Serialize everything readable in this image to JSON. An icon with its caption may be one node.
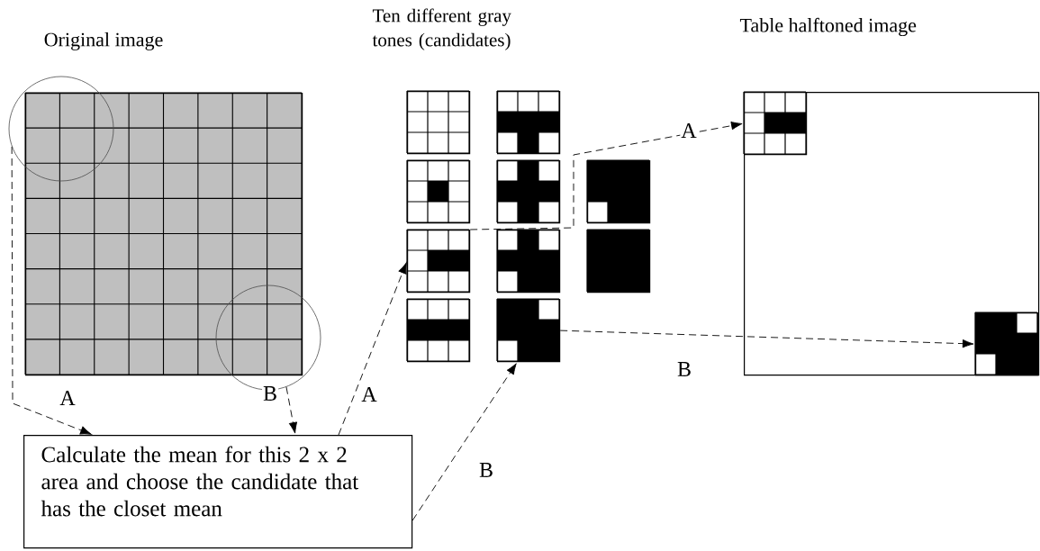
{
  "diagram": {
    "nodes": [
      {
        "text": [
          "Original image"
        ]
      },
      {
        "text": [],
        "shape": "circle"
      },
      {
        "text": [],
        "shape": "circle"
      },
      {
        "text": [],
        "shape": "box"
      },
      {
        "text": [],
        "shape": "box"
      },
      {
        "text": [],
        "shape": "box"
      },
      {
        "text": [],
        "shape": "box"
      },
      {
        "text": [],
        "shape": "box"
      },
      {
        "text": [],
        "shape": "box"
      },
      {
        "text": [],
        "shape": "box"
      },
      {
        "text": [],
        "shape": "box"
      },
      {
        "text": [],
        "shape": "box"
      },
      {
        "text": [],
        "shape": "box"
      },
      {
        "text": [
          "Table halftoned image"
        ]
      },
      {
        "text": [],
        "shape": "box",
        "in": 13
      },
      {
        "text": [],
        "shape": "box",
        "in": 13
      },
      {
        "text": [
          "Calculate the mean for this 2 x 2 area and choose the candidate that has the closet mean"
        ]
      }
    ],
    "edges": [
      {
        "from": 1,
        "to": 16,
        "arrow": "to",
        "label": "A",
        "style": "dashed"
      },
      {
        "from": 2,
        "to": 16,
        "arrow": "to",
        "label": "B",
        "style": "dashed"
      },
      {
        "from": 16,
        "to": 5,
        "arrow": "to",
        "label": "A",
        "style": "dashed"
      },
      {
        "from": 16,
        "to": 10,
        "arrow": "to",
        "label": "B",
        "style": "dashed"
      },
      {
        "from": 5,
        "to": 14,
        "arrow": "to",
        "label": "A",
        "style": "dashed"
      },
      {
        "from": 10,
        "to": 15,
        "arrow": "to",
        "label": "B",
        "style": "dashed"
      }
    ],
    "labels": [
      "Ten different gray tones (candidates)"
    ]
  }
}
